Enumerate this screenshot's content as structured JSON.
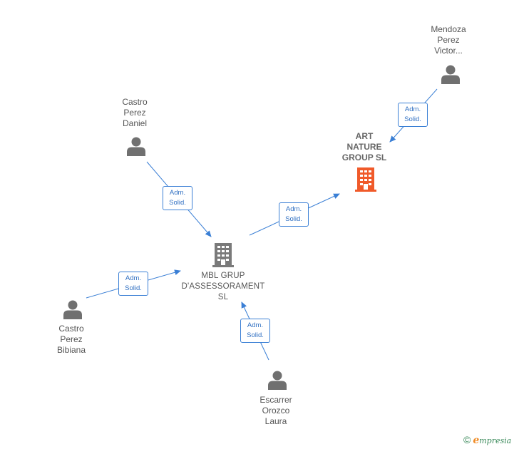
{
  "colors": {
    "edge": "#3a7fd5",
    "person_icon": "#707070",
    "company_icon": "#7a7a7a",
    "focus_company_icon": "#f05a2a",
    "label": "#555555"
  },
  "nodes": {
    "mendoza": {
      "line1": "Mendoza",
      "line2": "Perez",
      "line3": "Victor..."
    },
    "castro_daniel": {
      "line1": "Castro",
      "line2": "Perez",
      "line3": "Daniel"
    },
    "art_nature": {
      "line1": "ART",
      "line2": "NATURE",
      "line3": "GROUP  SL"
    },
    "mbl": {
      "line1": "MBL GRUP",
      "line2": "D'ASSESSORAMENT",
      "line3": "SL"
    },
    "castro_bibiana": {
      "line1": "Castro",
      "line2": "Perez",
      "line3": "Bibiana"
    },
    "escarrer": {
      "line1": "Escarrer",
      "line2": "Orozco",
      "line3": "Laura"
    }
  },
  "edges": {
    "mendoza_to_art": {
      "line1": "Adm.",
      "line2": "Solid."
    },
    "daniel_to_mbl": {
      "line1": "Adm.",
      "line2": "Solid."
    },
    "mbl_to_art": {
      "line1": "Adm.",
      "line2": "Solid."
    },
    "bibiana_to_mbl": {
      "line1": "Adm.",
      "line2": "Solid."
    },
    "escarrer_to_mbl": {
      "line1": "Adm.",
      "line2": "Solid."
    }
  },
  "watermark": {
    "copyright": "©",
    "brand_initial": "e",
    "brand_rest": "mpresia"
  }
}
